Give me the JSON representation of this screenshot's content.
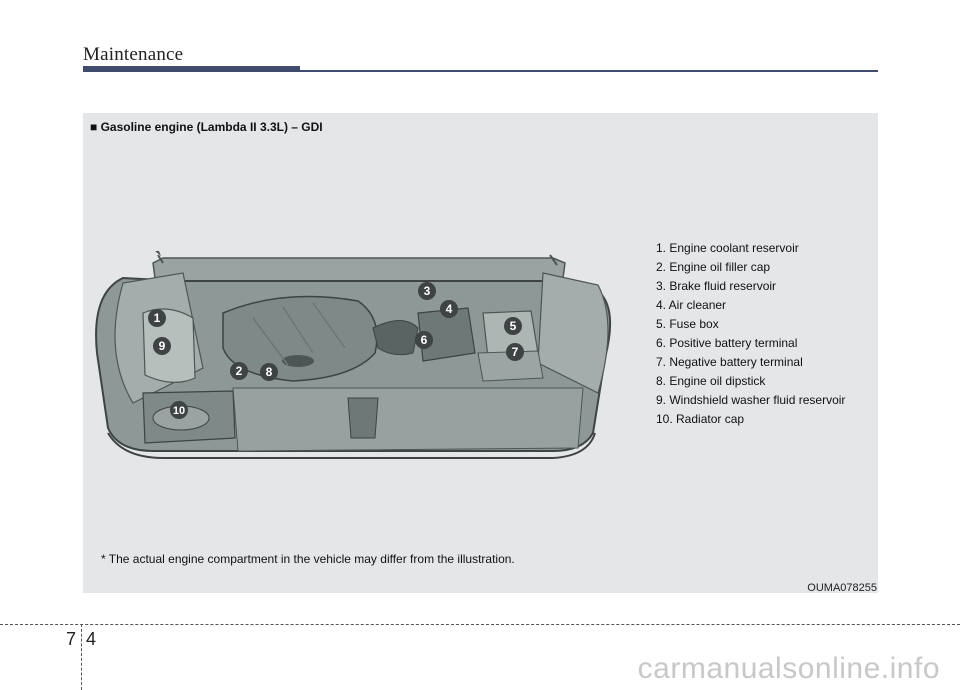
{
  "header": {
    "title": "Maintenance"
  },
  "section": {
    "heading": "■ Gasoline engine (Lambda II 3.3L) – GDI"
  },
  "parts": [
    "1. Engine coolant reservoir",
    "2. Engine oil filler cap",
    "3. Brake fluid reservoir",
    "4. Air cleaner",
    "5. Fuse box",
    "6. Positive battery terminal",
    "7. Negative battery terminal",
    "8. Engine oil dipstick",
    "9. Windshield washer fluid reservoir",
    "10. Radiator cap"
  ],
  "callouts": [
    "1",
    "2",
    "3",
    "4",
    "5",
    "6",
    "7",
    "8",
    "9",
    "10"
  ],
  "footnote": "* The actual engine compartment in the vehicle may differ from the illustration.",
  "figure_code": "OUMA078255",
  "page": {
    "chapter": "7",
    "number": "4"
  },
  "watermark": "carmanualsonline.info",
  "colors": {
    "header_bar": "#3f4c6b",
    "panel": "#e5e6e8",
    "engine_gray": "#8e9896"
  }
}
